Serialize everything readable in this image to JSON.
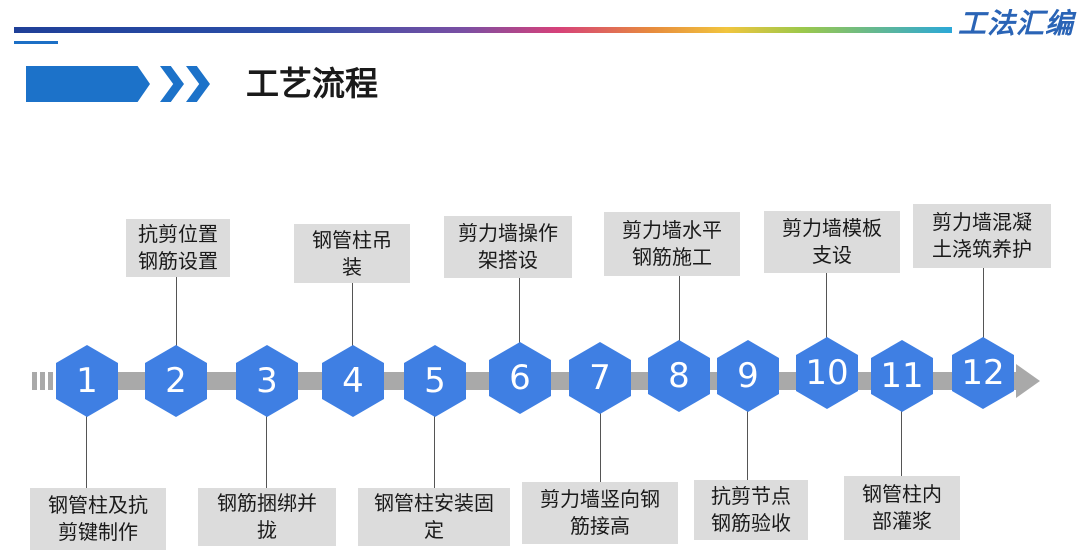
{
  "header": {
    "brand": "工法汇编",
    "title": "工艺流程"
  },
  "steps": [
    {
      "number": "1",
      "label": "钢管柱及抗\n剪键制作"
    },
    {
      "number": "2",
      "label": "抗剪位置\n钢筋设置"
    },
    {
      "number": "3",
      "label": "钢筋捆绑并\n拢"
    },
    {
      "number": "4",
      "label": "钢管柱吊\n装"
    },
    {
      "number": "5",
      "label": "钢管柱安装固\n定"
    },
    {
      "number": "6",
      "label": "剪力墙操作\n架搭设"
    },
    {
      "number": "7",
      "label": "剪力墙竖向钢\n筋接高"
    },
    {
      "number": "8",
      "label": "剪力墙水平\n钢筋施工"
    },
    {
      "number": "9",
      "label": "抗剪节点\n钢筋验收"
    },
    {
      "number": "10",
      "label": "剪力墙模板\n支设"
    },
    {
      "number": "11",
      "label": "钢管柱内\n部灌浆"
    },
    {
      "number": "12",
      "label": "剪力墙混凝\n土浇筑养护"
    }
  ],
  "colors": {
    "accent": "#1c72c9",
    "hexagon": "#3f7fe3",
    "timeline": "#a9a9a9",
    "box": "#dcdcdc"
  }
}
